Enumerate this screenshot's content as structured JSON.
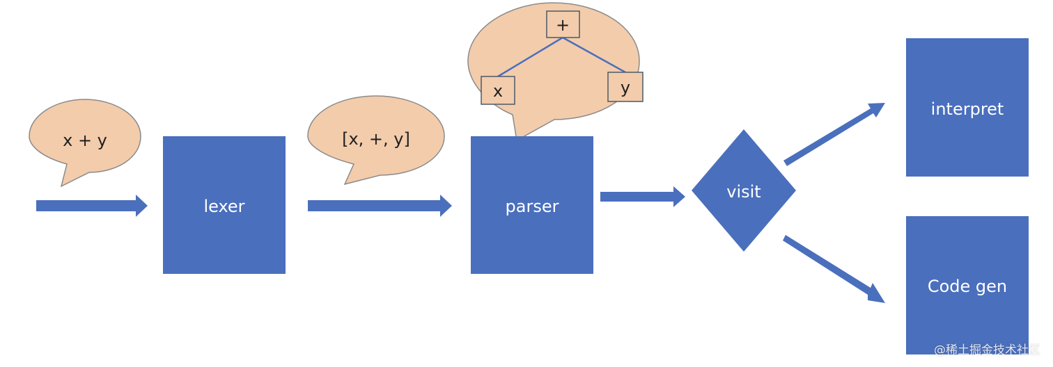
{
  "colors": {
    "box": "#4a6fbd",
    "bubble": "#f3ccac",
    "bubble_stroke": "#8a8a8a",
    "node_stroke": "#4a6fbd",
    "text_on_box": "#ffffff",
    "text_dark": "#1f1f1f"
  },
  "bubbles": {
    "source_text": "x + y",
    "tokens_text": "[x, +, y]"
  },
  "ast": {
    "root": "+",
    "left": "x",
    "right": "y"
  },
  "boxes": {
    "lexer": "lexer",
    "parser": "parser",
    "visit": "visit",
    "interpret": "interpret",
    "codegen": "Code gen"
  },
  "watermark": "@稀土掘金技术社区"
}
